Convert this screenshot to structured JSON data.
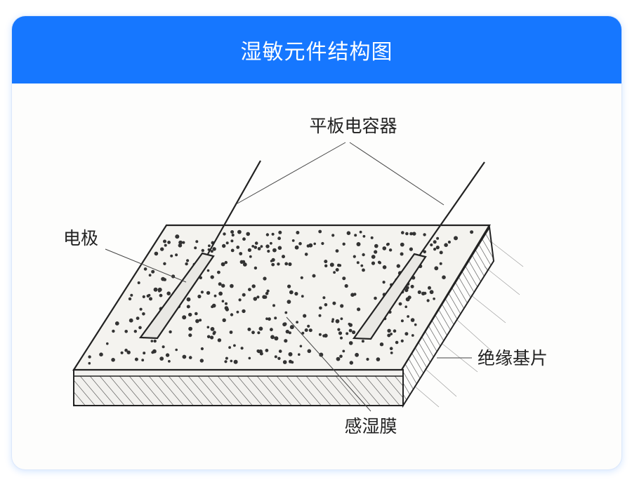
{
  "header": {
    "title": "湿敏元件结构图"
  },
  "labels": {
    "capacitor": "平板电容器",
    "electrode": "电极",
    "substrate": "绝缘基片",
    "film": "感湿膜"
  }
}
